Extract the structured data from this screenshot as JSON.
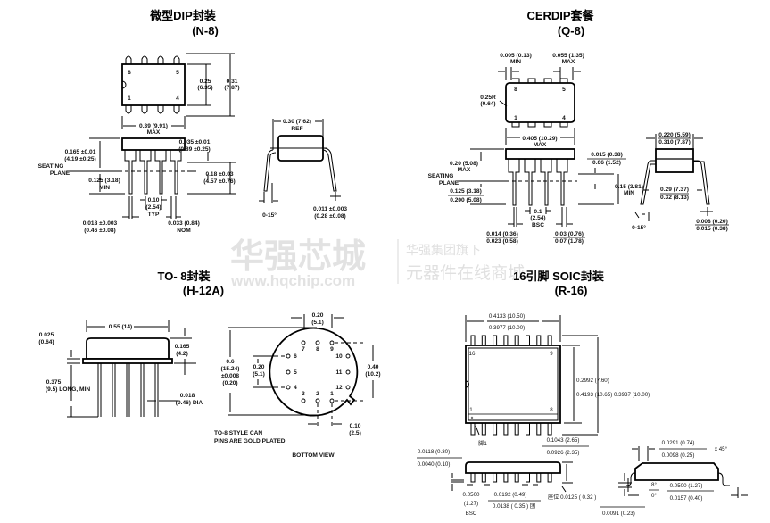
{
  "watermark": {
    "brand": "华强芯城",
    "url": "www.hqchip.com",
    "group": "华强集团旗下",
    "slogan": "元器件在线商城"
  },
  "n8": {
    "title": "微型DIP封装",
    "code": "(N-8)",
    "pins": [
      "8",
      "5",
      "1",
      "4"
    ],
    "w_in": "0.25",
    "w_mm": "(6.35)",
    "h_in": "0.31",
    "h_mm": "(7.87)",
    "len": "0.39 (9.91)",
    "len_note": "MAX",
    "body_h": "0.165 ±0.01",
    "body_h_mm": "(4.19 ±0.25)",
    "seating1": "SEATING",
    "seating2": "PLANE",
    "lead_min": "0.125 (3.18)",
    "lead_min_note": "MIN",
    "shoulder": "0.035 ±0.01",
    "shoulder_mm": "(0.89 ±0.25)",
    "standoff": "0.18 ±0.03",
    "standoff_mm": "(4.57 ±0.76)",
    "pitch": "0.10",
    "pitch_mm": "(2.54)",
    "pitch_note": "TYP",
    "lead_w": "0.018 ±0.003",
    "lead_w_mm": "(0.46 ±0.08)",
    "lead_w2": "0.033 (0.84)",
    "lead_w2_note": "NOM",
    "ref": "0.30 (7.62)",
    "ref_note": "REF",
    "angle": "0-15°",
    "thick": "0.011 ±0.003",
    "thick_mm": "(0.28 ±0.08)"
  },
  "q8": {
    "title": "CERDIP套餐",
    "code": "(Q-8)",
    "pins": [
      "8",
      "5",
      "1",
      "4"
    ],
    "gap_min": "0.005 (0.13)",
    "gap_min_note": "MIN",
    "gap_max": "0.055 (1.35)",
    "gap_max_note": "MAX",
    "radius": "0.25R",
    "radius_mm": "(0.64)",
    "len": "0.405 (10.29)",
    "len_note": "MAX",
    "body_h": "0.20 (5.08)",
    "body_h_note": "MAX",
    "seating1": "SEATING",
    "seating2": "PLANE",
    "lead_a": "0.125 (3.18)",
    "lead_b": "0.200 (5.08)",
    "shoulder_a": "0.015 (0.38)",
    "shoulder_b": "0.06 (1.52)",
    "standoff": "0.15 (3.81)",
    "standoff_note": "MIN",
    "pitch": "0.1",
    "pitch_mm": "(2.54)",
    "pitch_note": "BSC",
    "lead_w_a": "0.014 (0.36)",
    "lead_w_b": "0.023 (0.58)",
    "lead_w2_a": "0.03 (0.76)",
    "lead_w2_b": "0.07 (1.78)",
    "width_a": "0.220 (5.59)",
    "width_b": "0.310 (7.87)",
    "span_a": "0.29 (7.37)",
    "span_b": "0.32 (8.13)",
    "angle": "0-15°",
    "thick_a": "0.008 (0.20)",
    "thick_b": "0.015 (0.38)"
  },
  "to8": {
    "title": "TO- 8封装",
    "code": "(H-12A)",
    "diam": "0.55 (14)",
    "flange": "0.025",
    "flange_mm": "(0.64)",
    "cap_h": "0.165",
    "cap_h_mm": "(4.2)",
    "lead_len": "0.375",
    "lead_len_mm": "(9.5) LONG, MIN",
    "lead_d": "0.018",
    "lead_d_mm": "(0.46) DIA",
    "top_sp": "0.20",
    "top_sp_mm": "(5.1)",
    "circle": "0.6",
    "circle_mm": "(15.24)",
    "circle_tol": "±0.008",
    "circle_tol_mm": "(0.20)",
    "left_sp": "0.20",
    "left_sp_mm": "(5.1)",
    "right_sp": "0.40",
    "right_sp_mm": "(10.2)",
    "tab": "0.10",
    "tab_mm": "(2.5)",
    "pins": [
      "1",
      "2",
      "3",
      "4",
      "5",
      "6",
      "7",
      "8",
      "9",
      "10",
      "11",
      "12"
    ],
    "note1": "TO-8 STYLE CAN",
    "note2": "PINS ARE GOLD PLATED",
    "view": "BOTTOM VIEW"
  },
  "r16": {
    "title": "16引脚 SOIC封装",
    "code": "(R-16)",
    "len_a": "0.4133 (10.50)",
    "len_b": "0.3977 (10.00)",
    "width": "0.2992 (7.60)",
    "span": "0.4193 (10.65) 0.3937 (10.00)",
    "pins": [
      "16",
      "9",
      "1",
      "8"
    ],
    "pin1": "脚1",
    "h_a": "0.1043 (2.65)",
    "h_b": "0.0926 (2.35)",
    "st_a": "0.0118 (0.30)",
    "st_b": "0.0040 (0.10)",
    "pitch": "0.0500",
    "pitch_mm": "(1.27)",
    "pitch_note": "BSC",
    "lw_a": "0.0192 (0.49)",
    "lw_b": "0.0138 ( 0.35 ) 团",
    "seat": "座位 0.0125 ( 0.32 )",
    "thick_b": "0.0091 (0.23)",
    "ch_a": "0.0291 (0.74)",
    "ch_b": "0.0098 (0.25)",
    "ch_note": "x 45°",
    "ang_a": "8°",
    "ang_b": "0°",
    "foot_a": "0.0500 (1.27)",
    "foot_b": "0.0157 (0.40)"
  }
}
